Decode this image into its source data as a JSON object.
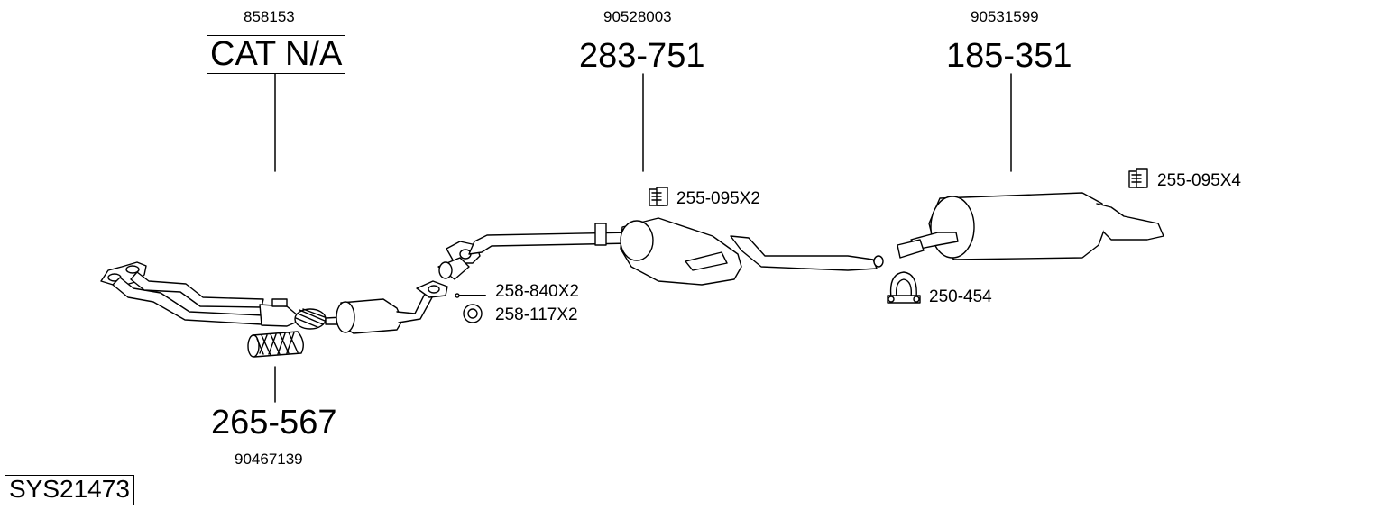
{
  "parts": {
    "cat": {
      "oe": "858153",
      "code": "CAT N/A"
    },
    "front_pipe": {
      "oe": "90467139",
      "code": "265-567"
    },
    "middle": {
      "oe": "90528003",
      "code": "283-751"
    },
    "rear": {
      "oe": "90531599",
      "code": "185-351"
    }
  },
  "accessories": {
    "mount_middle": "255-095X2",
    "mount_rear": "255-095X4",
    "bolt": "258-840X2",
    "ring": "258-117X2",
    "clamp": "250-454"
  },
  "system_code": "SYS21473"
}
